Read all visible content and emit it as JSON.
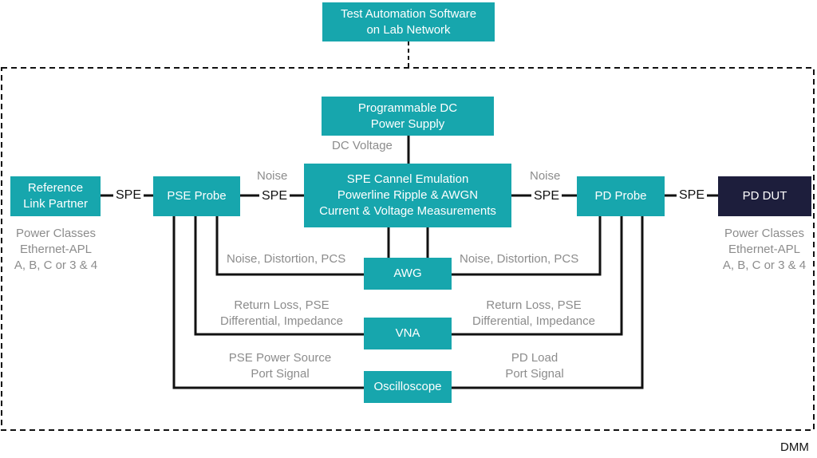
{
  "software_box": {
    "line1": "Test Automation Software",
    "line2": "on Lab Network"
  },
  "power_supply_box": {
    "line1": "Programmable DC",
    "line2": "Power Supply"
  },
  "dc_voltage_label": "DC Voltage",
  "emulation_box": {
    "line1": "SPE Cannel Emulation",
    "line2": "Powerline Ripple & AWGN",
    "line3": "Current & Voltage Measurements"
  },
  "reference_box": {
    "line1": "Reference",
    "line2": "Link Partner"
  },
  "pse_probe_box": "PSE Probe",
  "pd_probe_box": "PD Probe",
  "pd_dut_box": "PD DUT",
  "awg_box": "AWG",
  "vna_box": "VNA",
  "scope_box": "Oscilloscope",
  "spe_label": "SPE",
  "noise_label": "Noise",
  "left_power_classes": {
    "line1": "Power Classes",
    "line2": "Ethernet-APL",
    "line3": "A, B, C or 3 & 4"
  },
  "right_power_classes": {
    "line1": "Power Classes",
    "line2": "Ethernet-APL",
    "line3": "A, B, C or 3 & 4"
  },
  "awg_left_label": "Noise, Distortion, PCS",
  "awg_right_label": "Noise, Distortion, PCS",
  "vna_left_label": {
    "line1": "Return Loss, PSE",
    "line2": "Differential, Impedance"
  },
  "vna_right_label": {
    "line1": "Return Loss, PSE",
    "line2": "Differential, Impedance"
  },
  "scope_left_label": {
    "line1": "PSE Power Source",
    "line2": "Port Signal"
  },
  "scope_right_label": {
    "line1": "PD Load",
    "line2": "Port Signal"
  },
  "dmm_label": "DMM",
  "colors": {
    "box": "#17a6ad",
    "dut": "#1d1e3c",
    "line": "#111111",
    "muted_text": "#8c8c8c"
  }
}
